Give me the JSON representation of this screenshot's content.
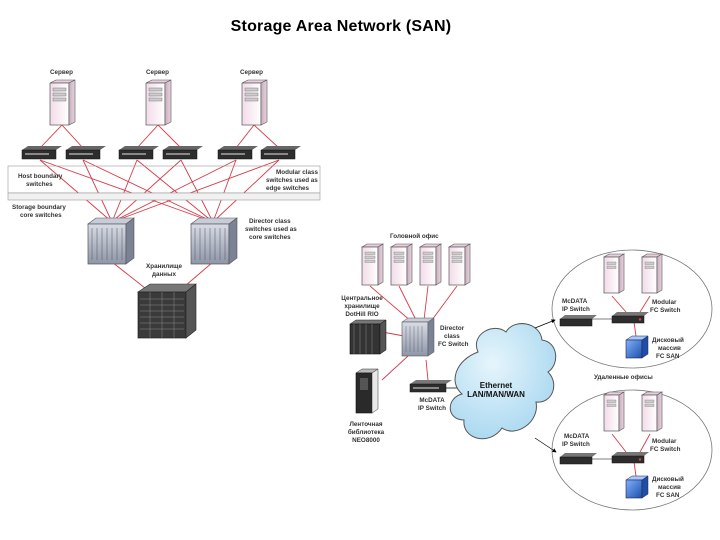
{
  "title": "Storage Area Network (SAN)",
  "colors": {
    "link_line": "#d63c4a",
    "server_body": "#f7e6f0",
    "server_outline": "#555555",
    "cloud_fill": "#bfe3f5",
    "array_fill": "#3a6fc9"
  },
  "left_diagram": {
    "servers": [
      "Сервер",
      "Сервер",
      "Сервер"
    ],
    "host_boundary": [
      "Host boundary",
      "switches"
    ],
    "storage_boundary": [
      "Storage boundary",
      "core switches"
    ],
    "modular_note": [
      "Modular class",
      "switches used as",
      "edge switches"
    ],
    "director_note": [
      "Director class",
      "switches used as",
      "core switches"
    ],
    "storage": [
      "Хранилище",
      "данных"
    ]
  },
  "right_diagram": {
    "head_office": "Головной офис",
    "central_storage": [
      "Центральное",
      "хранилище",
      "DotHill RIO"
    ],
    "director_switch": [
      "Director",
      "class",
      "FC Switch"
    ],
    "mcdata_main": [
      "McDATA",
      "IP Switch"
    ],
    "tape_library": [
      "Ленточная",
      "библиотека",
      "NEO8000"
    ],
    "cloud": [
      "Ethernet",
      "LAN/MAN/WAN"
    ],
    "remote_offices": "Удаленные офисы",
    "remote_top": {
      "mcdata": [
        "McDATA",
        "IP Switch"
      ],
      "modular": [
        "Modular",
        "FC Switch"
      ],
      "disk": [
        "Дисковый",
        "массив",
        "FC SAN"
      ]
    },
    "remote_bottom": {
      "mcdata": [
        "McDATA",
        "IP Switch"
      ],
      "modular": [
        "Modular",
        "FC Switch"
      ],
      "disk": [
        "Дисковый",
        "массив",
        "FC SAN"
      ]
    }
  }
}
